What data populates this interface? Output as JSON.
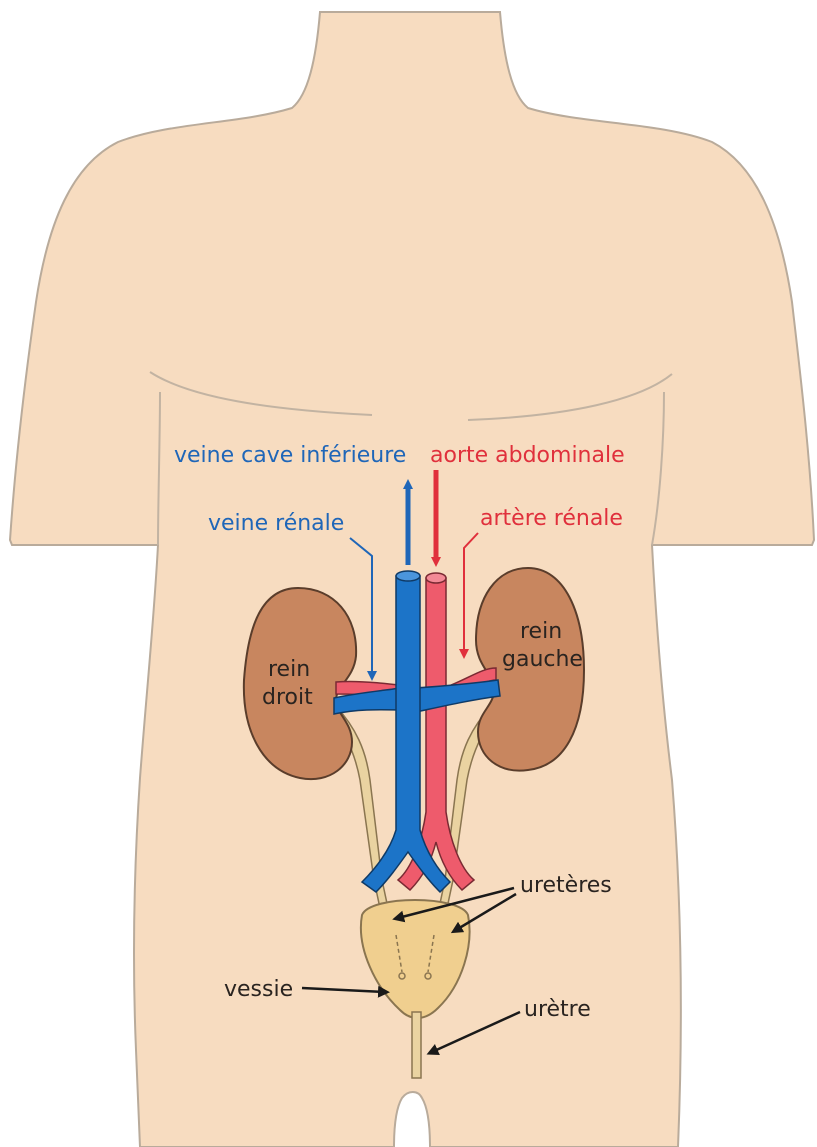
{
  "colors": {
    "skin": "#f7dcc0",
    "skin_outline": "#b9ab9b",
    "kidney": "#c8865f",
    "kidney_outline": "#5a3d2b",
    "vein": "#1c74c8",
    "artery": "#ee5b6c",
    "ureter": "#ead3a1",
    "bladder": "#f0cf8f",
    "label_blue": "#1f66b8",
    "label_red": "#e0303c",
    "label_dark": "#2a2420"
  },
  "labels": {
    "veine_cave_inferieure": "veine cave inférieure",
    "aorte_abdominale": "aorte abdominale",
    "veine_renale": "veine rénale",
    "artere_renale": "artère rénale",
    "rein_droit_1": "rein",
    "rein_droit_2": "droit",
    "rein_gauche_1": "rein",
    "rein_gauche_2": "gauche",
    "ureteres": "uretères",
    "vessie": "vessie",
    "uretre": "urètre"
  }
}
